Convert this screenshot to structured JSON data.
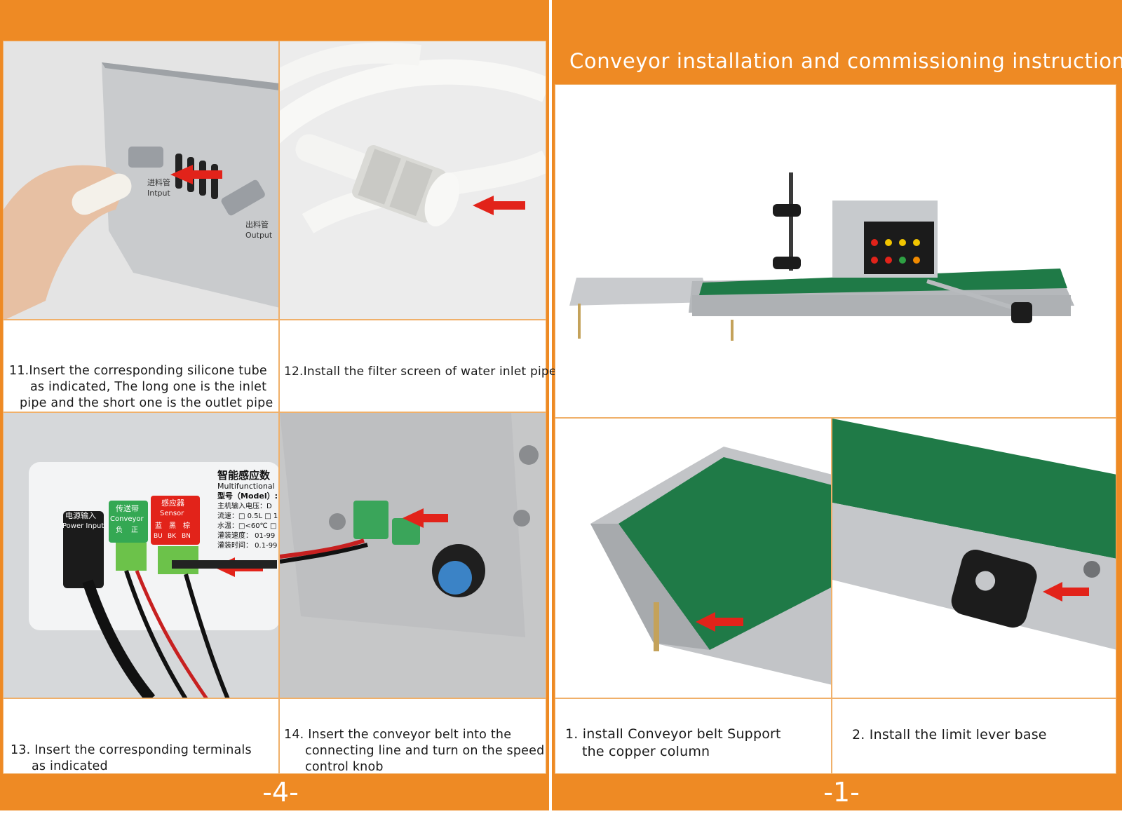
{
  "colors": {
    "accent": "#ee8a24",
    "arrow": "#e2231a",
    "belt": "#1f7a47"
  },
  "left_page": {
    "page_number": "-4-",
    "steps": [
      {
        "caption_line1": "11.Insert the corresponding silicone tube",
        "caption_line2": "as indicated, The long one is the inlet",
        "caption_line3": "pipe and the short one is the outlet pipe",
        "labels": {
          "inlet_cn": "进料管",
          "inlet_en": "Intput",
          "outlet_cn": "出料管",
          "outlet_en": "Output"
        }
      },
      {
        "caption_line1": "12.Install the filter screen of water inlet pipe"
      },
      {
        "caption_line1": "13. Insert the corresponding terminals",
        "caption_line2": "as indicated",
        "labels": {
          "power_cn": "电源输入",
          "power_en": "Power Input",
          "conveyor_cn": "传送带",
          "conveyor_en": "Conveyor",
          "neg_cn": "负",
          "pos_cn": "正",
          "sensor_cn": "感应器",
          "sensor_en": "Sensor",
          "bu_cn": "蓝",
          "bk_cn": "黑",
          "bn_cn": "棕",
          "bu": "BU",
          "bk": "BK",
          "bn": "BN",
          "spec_title_cn": "智能感应数",
          "spec_title_en": "Multifunctional",
          "spec_model": "型号（Model）:",
          "spec_voltage": "主机输入电压：D",
          "spec_flow": "流速：□ 0.5L □ 1",
          "spec_temp": "水温：□<60℃ □",
          "spec_speed": "灌装速度： 01-99",
          "spec_time": "灌装时间： 0.1-99"
        }
      },
      {
        "caption_line1": "14. Insert the conveyor belt into the",
        "caption_line2": "connecting line and turn on the speed",
        "caption_line3": "control knob"
      }
    ]
  },
  "right_page": {
    "page_number": "-1-",
    "title": "Conveyor installation and commissioning instructions",
    "steps": [
      {
        "caption_line1": "1. install Conveyor belt Support",
        "caption_line2": "the copper column"
      },
      {
        "caption_line1": "2. Install the limit lever base"
      }
    ]
  }
}
